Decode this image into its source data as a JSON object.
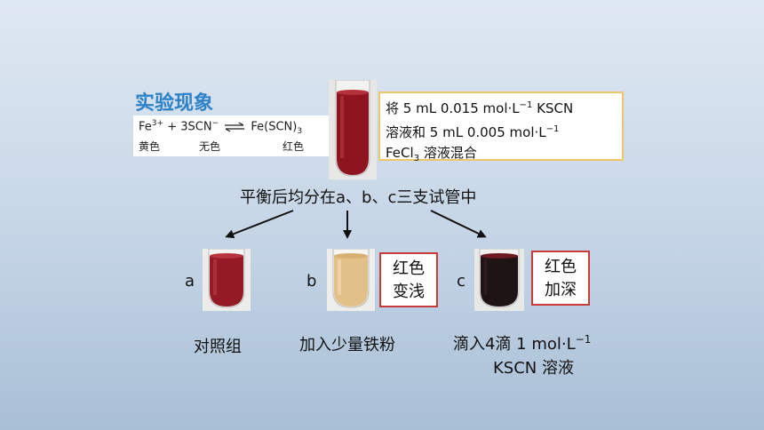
{
  "heading": "实验现象",
  "equation": {
    "reactant1": "Fe",
    "reactant1_charge": "3+",
    "plus": "+",
    "reactant2": "3SCN",
    "reactant2_charge": "−",
    "product": "Fe(SCN)",
    "product_sub": "3",
    "color1": "黄色",
    "color2": "无色",
    "color3": "红色"
  },
  "info": {
    "line1_pre": "将 5 mL 0.015 mol·L",
    "line1_exp": "−1",
    "line1_post": " KSCN",
    "line2_pre": "溶液和 5 mL 0.005 mol·L",
    "line2_exp": "−1",
    "line3_pre": "FeCl",
    "line3_sub": "3",
    "line3_post": " 溶液混合"
  },
  "balance_text": "平衡后均分在a、b、c三支试管中",
  "tubes": {
    "a": {
      "letter": "a",
      "caption": "对照组"
    },
    "b": {
      "letter": "b",
      "caption": "加入少量铁粉",
      "result_line1": "红色",
      "result_line2": "变浅"
    },
    "c": {
      "letter": "c",
      "caption_pre": "滴入4滴 1 mol·L",
      "caption_exp": "−1",
      "caption2": "KSCN 溶液",
      "result_line1": "红色",
      "result_line2": "加深"
    }
  },
  "colors": {
    "heading": "#2d82c8",
    "info_border": "#efc56b",
    "result_border": "#c83b3b",
    "solution_red": "#8e1420",
    "solution_pale": "#e2c08a",
    "solution_dark": "#1e1416"
  }
}
